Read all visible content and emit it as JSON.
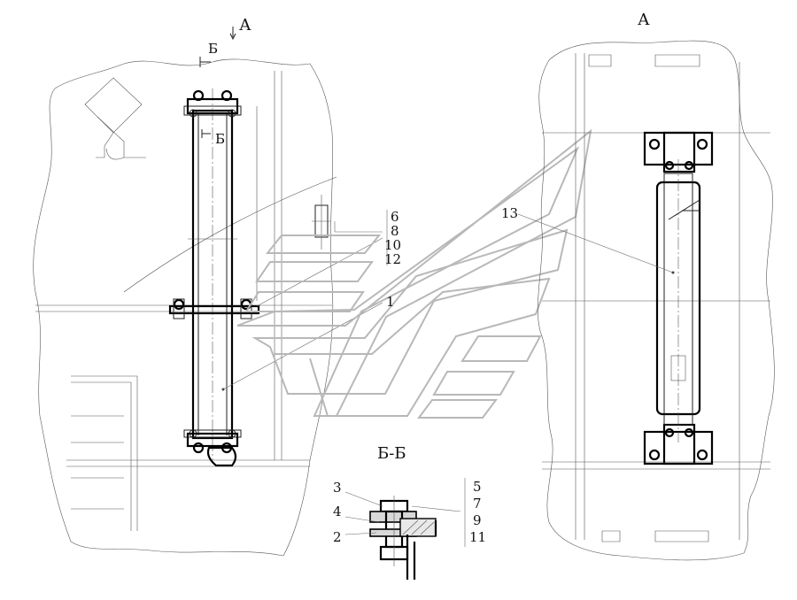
{
  "views": {
    "left_view_letter": "А",
    "section_mark_top": "Б",
    "section_mark_mid": "Б",
    "right_view_title": "А",
    "section_title": "Б-Б"
  },
  "callouts": {
    "main_view": [
      "6",
      "8",
      "10",
      "12",
      "1"
    ],
    "view_a": [
      "13"
    ],
    "section_left": [
      "3",
      "4",
      "2"
    ],
    "section_right": [
      "5",
      "7",
      "9",
      "11"
    ]
  },
  "watermark": {
    "present": true,
    "color": "#b8b8b8"
  }
}
